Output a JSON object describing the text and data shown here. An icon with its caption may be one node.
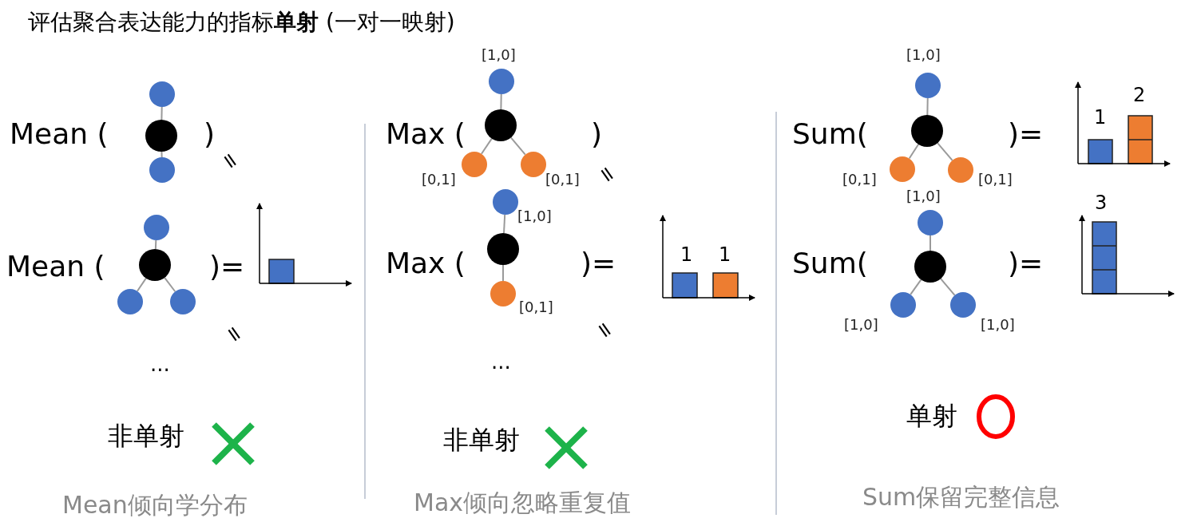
{
  "diagram": {
    "title": "评估聚合表达能力的指标**单射** (一对一映射)",
    "nodes": [
      {
        "text": [],
        "shape": "circle"
      },
      {
        "text": [],
        "shape": "circle"
      },
      {
        "text": [],
        "shape": "circle"
      },
      {
        "text": [],
        "shape": "circle"
      },
      {
        "text": [],
        "shape": "circle"
      },
      {
        "text": [],
        "shape": "circle"
      },
      {
        "text": [],
        "shape": "circle"
      },
      {
        "text": [],
        "shape": "circle",
        "beside": [
          "[1,0]"
        ]
      },
      {
        "text": [],
        "shape": "circle"
      },
      {
        "text": [],
        "shape": "circle",
        "beside": [
          "[0,1]"
        ]
      },
      {
        "text": [],
        "shape": "circle",
        "beside": [
          "[0,1]"
        ]
      },
      {
        "text": [],
        "shape": "circle",
        "beside": [
          "[1,0]"
        ]
      },
      {
        "text": [],
        "shape": "circle"
      },
      {
        "text": [],
        "shape": "circle",
        "beside": [
          "[0,1]"
        ]
      },
      {
        "text": [],
        "shape": "circle",
        "beside": [
          "[1,0]"
        ]
      },
      {
        "text": [],
        "shape": "circle"
      },
      {
        "text": [],
        "shape": "circle",
        "beside": [
          "[0,1]"
        ]
      },
      {
        "text": [],
        "shape": "circle",
        "beside": [
          "[0,1]"
        ]
      },
      {
        "text": [],
        "shape": "circle",
        "beside": [
          "[1,0]"
        ]
      },
      {
        "text": [],
        "shape": "circle"
      },
      {
        "text": [],
        "shape": "circle",
        "beside": [
          "[1,0]"
        ]
      },
      {
        "text": [],
        "shape": "circle",
        "beside": [
          "[1,0]"
        ]
      }
    ],
    "edges": [
      {
        "from": 0,
        "to": 1,
        "arrow": "none"
      },
      {
        "from": 1,
        "to": 2,
        "arrow": "none"
      },
      {
        "from": 3,
        "to": 4,
        "arrow": "none"
      },
      {
        "from": 4,
        "to": 5,
        "arrow": "none"
      },
      {
        "from": 4,
        "to": 6,
        "arrow": "none"
      },
      {
        "from": 7,
        "to": 8,
        "arrow": "none"
      },
      {
        "from": 8,
        "to": 9,
        "arrow": "none"
      },
      {
        "from": 8,
        "to": 10,
        "arrow": "none"
      },
      {
        "from": 11,
        "to": 12,
        "arrow": "none"
      },
      {
        "from": 12,
        "to": 13,
        "arrow": "none"
      },
      {
        "from": 14,
        "to": 15,
        "arrow": "none"
      },
      {
        "from": 15,
        "to": 16,
        "arrow": "none"
      },
      {
        "from": 15,
        "to": 17,
        "arrow": "none"
      },
      {
        "from": 18,
        "to": 19,
        "arrow": "none"
      },
      {
        "from": 19,
        "to": 20,
        "arrow": "none"
      },
      {
        "from": 19,
        "to": 21,
        "arrow": "none"
      }
    ],
    "labels": [
      "Mean (",
      ")",
      "=",
      "Mean (",
      ")=",
      "=",
      "...",
      "非单射",
      "Mean倾向学分布",
      "Max (",
      ")",
      "=",
      "Max (",
      ")=",
      "1",
      "1",
      "=",
      "...",
      "非单射",
      "Max倾向忽略重复值",
      "Sum(",
      ")=",
      "1",
      "2",
      "Sum(",
      ")=",
      "3",
      "单射",
      "Sum保留完整信息"
    ]
  }
}
